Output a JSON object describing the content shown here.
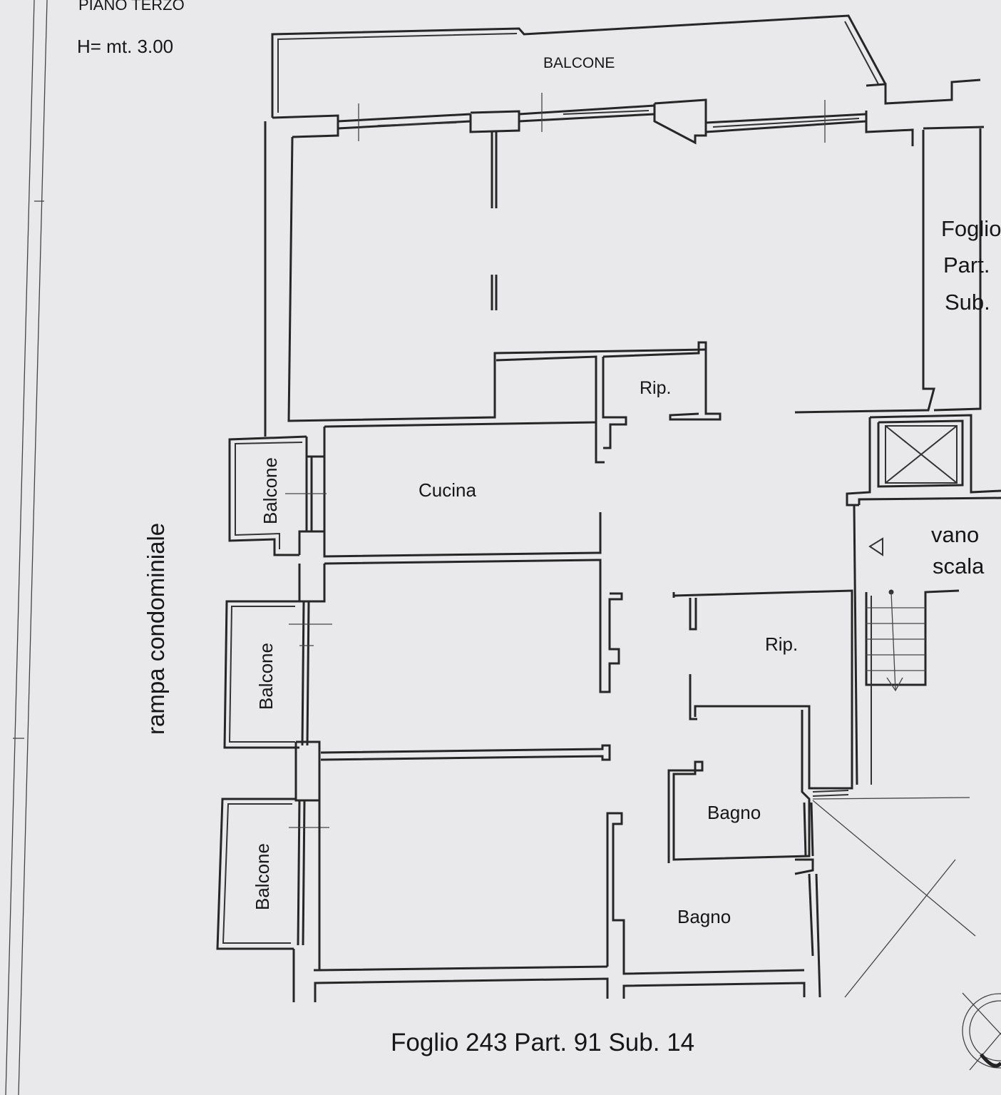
{
  "header": {
    "floor": "PIANO TERZO",
    "height": "H= mt.  3.00"
  },
  "rooms": {
    "balcone_top": "BALCONE",
    "rip_upper": "Rip.",
    "cucina": "Cucina",
    "balcone_1": "Balcone",
    "balcone_2": "Balcone",
    "balcone_3": "Balcone",
    "rip_lower": "Rip.",
    "bagno_1": "Bagno",
    "bagno_2": "Bagno",
    "vano": "vano",
    "scala": "scala"
  },
  "side": {
    "rampa": "rampa condominiale",
    "foglio": "Foglio",
    "part": "Part.",
    "sub": "Sub."
  },
  "footer": {
    "reference": "Foglio 243 Part. 91 Sub. 14"
  },
  "colors": {
    "paper": "#e9e9ec",
    "ink": "#262626"
  },
  "icons": [
    "lift-shaft-icon",
    "stair-direction-arrow-icon",
    "north-compass-icon"
  ]
}
